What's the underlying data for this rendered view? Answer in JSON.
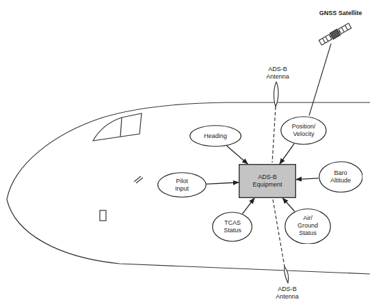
{
  "diagram": {
    "nodes": [
      {
        "text": [
          "Heading"
        ]
      },
      {
        "text": [
          "Position/ Velocity"
        ]
      },
      {
        "text": [
          "Pilot Input"
        ]
      },
      {
        "text": [
          "ADS-B Equipment"
        ]
      },
      {
        "text": [
          "Baro Altitude"
        ]
      },
      {
        "text": [
          "TCAS Status"
        ]
      },
      {
        "text": [
          "Air/ Ground Status"
        ]
      }
    ],
    "edges": [
      {
        "from": 0,
        "to": 3,
        "arrow": "to"
      },
      {
        "from": 1,
        "to": 3,
        "arrow": "to"
      },
      {
        "from": 2,
        "to": 3,
        "arrow": "to"
      },
      {
        "from": 4,
        "to": 3,
        "arrow": "to"
      },
      {
        "from": 5,
        "to": 3,
        "arrow": "to"
      },
      {
        "from": 6,
        "to": 3,
        "arrow": "to"
      }
    ],
    "labels": [
      "GNSS Satellite",
      "ADS-B Antenna",
      "ADS-B Antenna"
    ]
  }
}
